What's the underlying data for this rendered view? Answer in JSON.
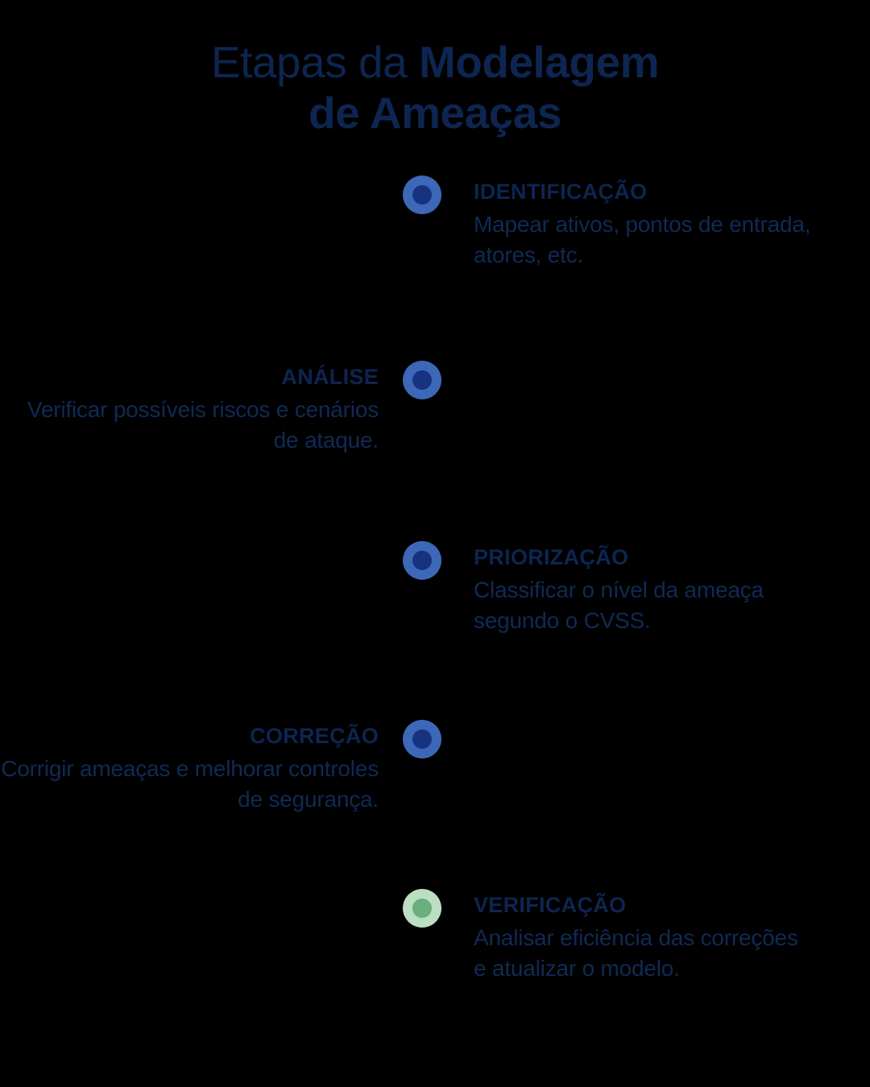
{
  "title": {
    "line1_regular": "Etapas da ",
    "line1_bold": "Modelagem",
    "line2": "de Ameaças"
  },
  "colors": {
    "background": "#000000",
    "heading": "#0d2550",
    "body_text": "#102a54",
    "marker_blue_outer": "#3d68b8",
    "marker_blue_inner": "#17337f",
    "marker_green_outer": "#bbdfc2",
    "marker_green_inner": "#6aaf7e"
  },
  "steps": [
    {
      "label": "IDENTIFICAÇÃO",
      "description": "Mapear ativos, pontos de entrada, atores, etc.",
      "side": "right",
      "marker_color": "blue"
    },
    {
      "label": "ANÁLISE",
      "description": "Verificar possíveis riscos e cenários de ataque.",
      "side": "left",
      "marker_color": "blue"
    },
    {
      "label": "PRIORIZAÇÃO",
      "description": "Classificar o nível da ameaça segundo o CVSS.",
      "side": "right",
      "marker_color": "blue"
    },
    {
      "label": "CORREÇÃO",
      "description": "Corrigir ameaças e melhorar controles de segurança.",
      "side": "left",
      "marker_color": "blue"
    },
    {
      "label": "VERIFICAÇÃO",
      "description": "Analisar eficiência das correções e atualizar o modelo.",
      "side": "right",
      "marker_color": "green"
    }
  ]
}
